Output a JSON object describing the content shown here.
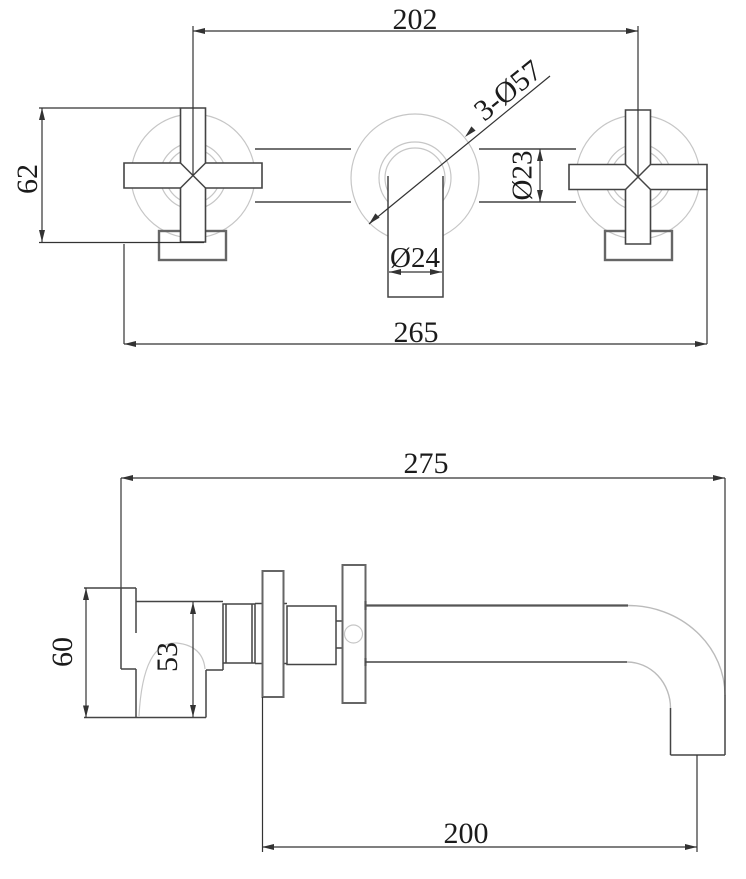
{
  "front_view": {
    "label_handle_spacing": "202",
    "label_handle_height": "62",
    "label_escutcheons": "3-Ø57",
    "label_body_tube": "Ø23",
    "label_spout_tube": "Ø24",
    "label_overall_width": "265"
  },
  "side_view": {
    "label_overall_depth": "275",
    "label_inwall_height": "60",
    "label_body_height": "53",
    "label_spout_reach": "200"
  },
  "colors": {
    "line": "#444444",
    "light_line": "#c6c6c6",
    "medium_line": "#666666",
    "dimension_line": "#333333",
    "text": "#1b1b1b",
    "background": "#ffffff"
  }
}
